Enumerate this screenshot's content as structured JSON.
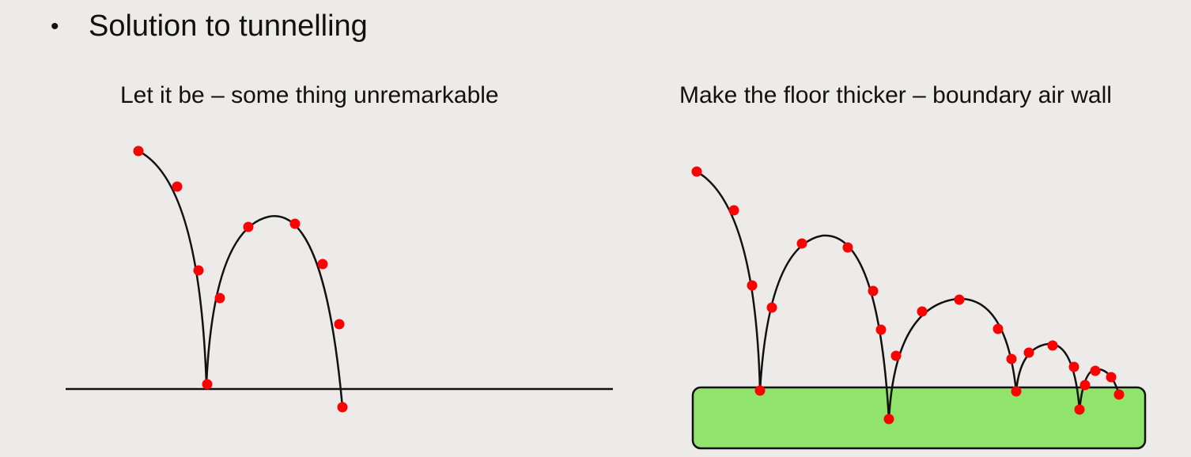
{
  "bullet": {
    "text": "Solution to tunnelling"
  },
  "left_panel": {
    "caption": "Let it be – some thing unremarkable"
  },
  "right_panel": {
    "caption": "Make the floor thicker – boundary air wall",
    "floor_color": "#90e46c"
  },
  "colors": {
    "background": "#ecebe9",
    "trajectory": "#111111",
    "sample_point": "#ff0000"
  }
}
